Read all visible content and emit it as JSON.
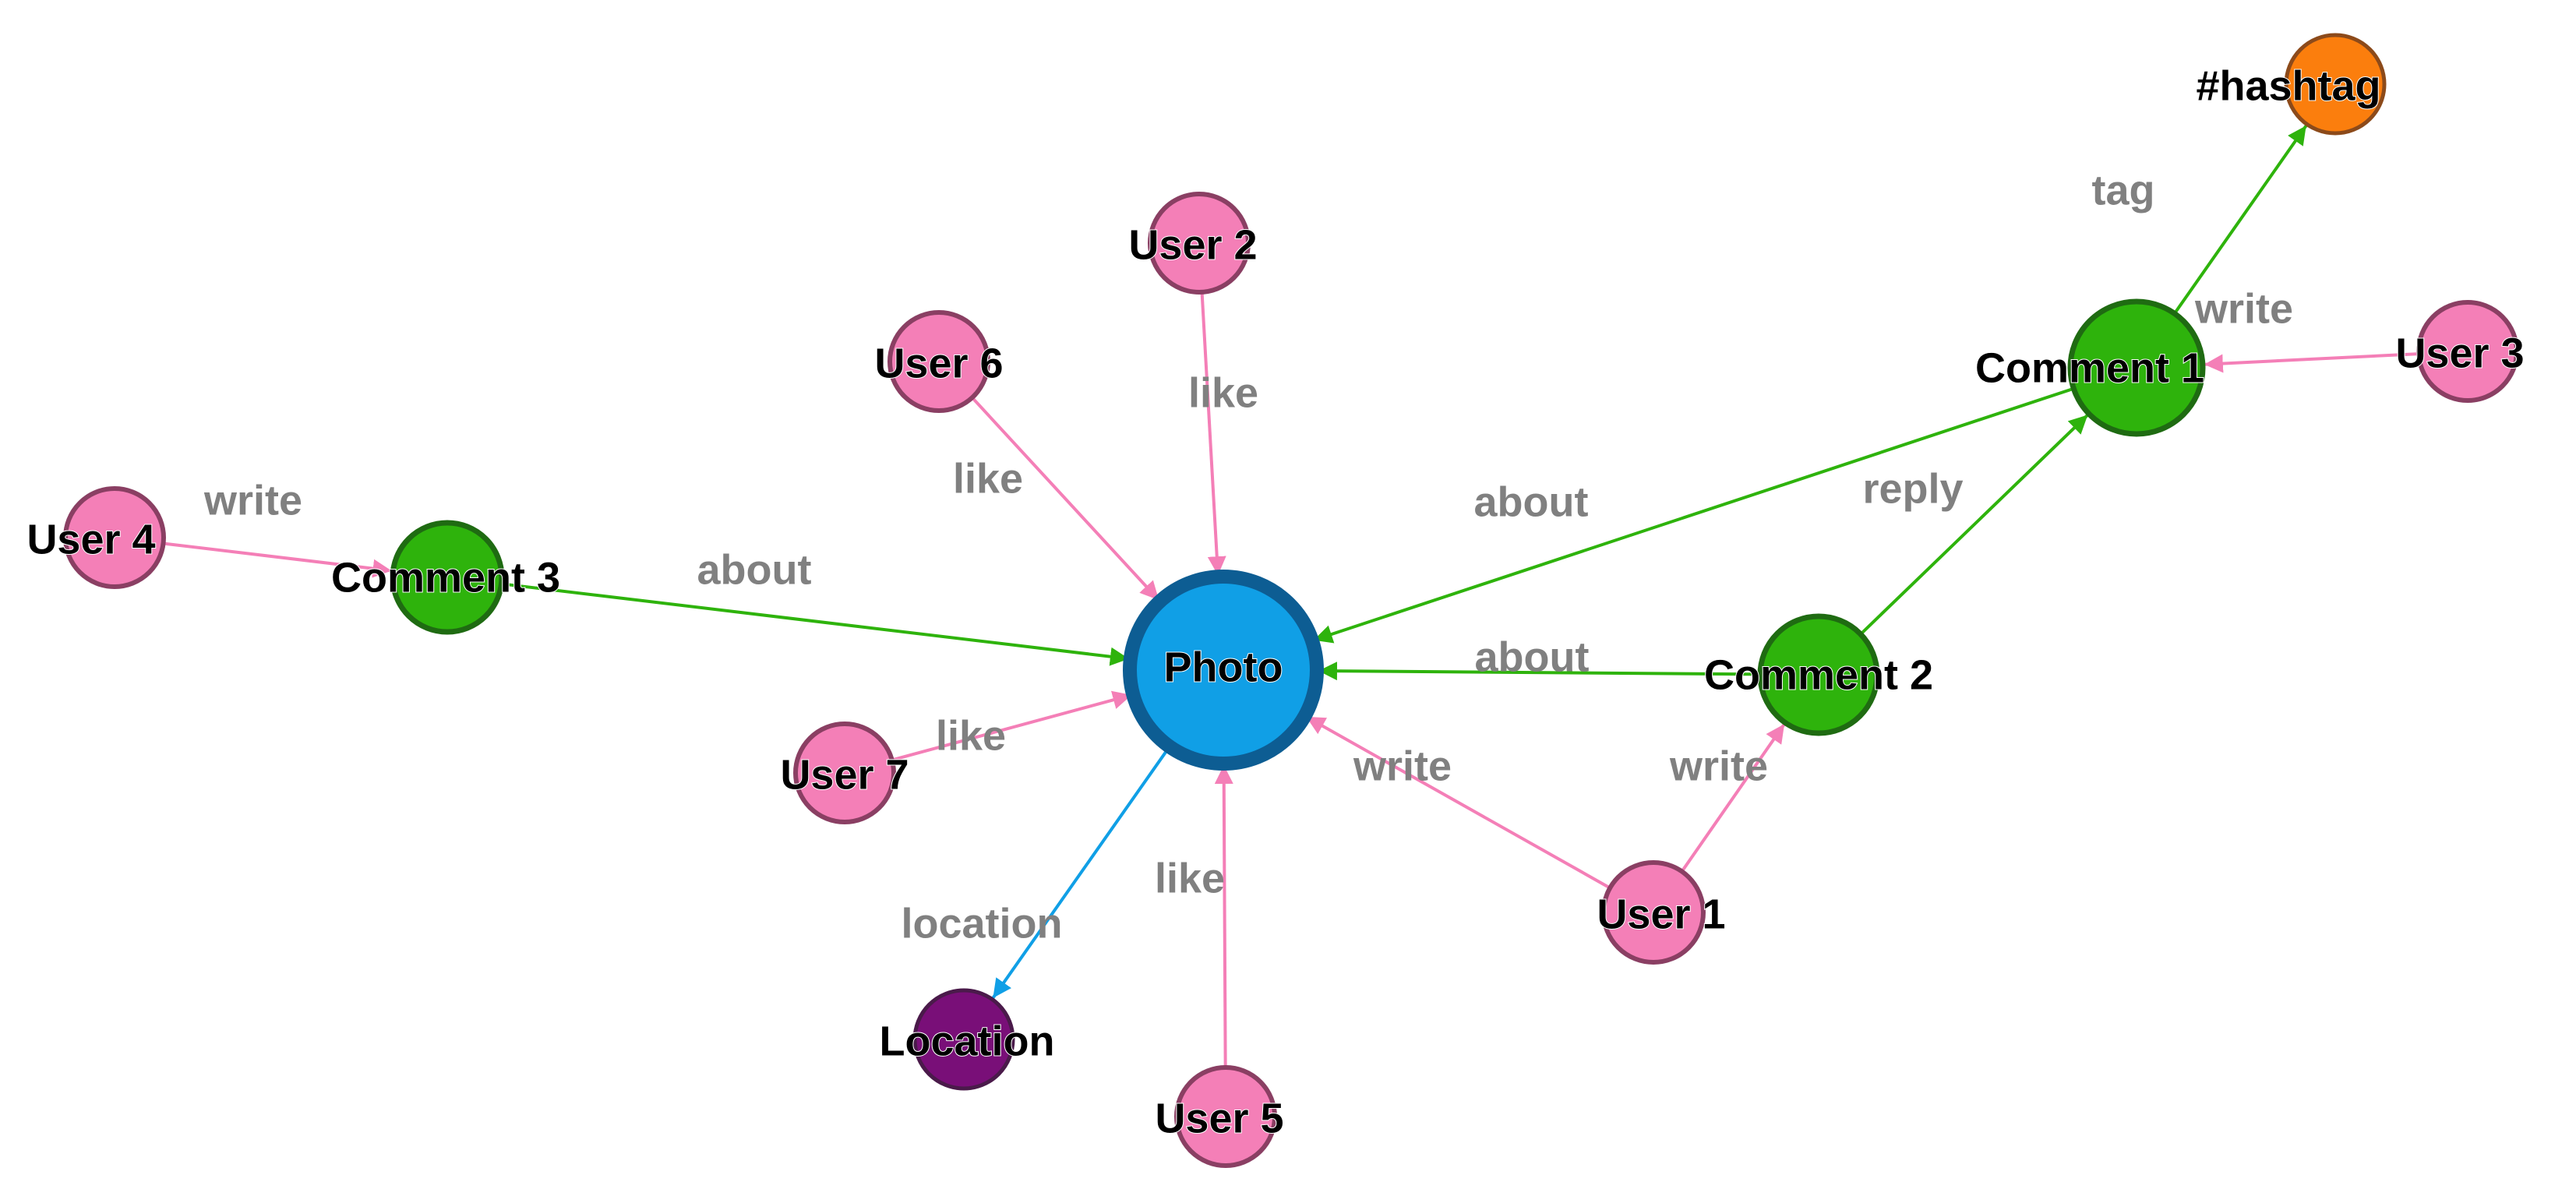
{
  "colors": {
    "user": "#f47fb7",
    "user_stroke": "#8a3f63",
    "comment": "#2eb30c",
    "comment_stroke": "#1f6b12",
    "photo": "#109fe6",
    "photo_stroke": "#0d5d93",
    "hashtag": "#fb7e0d",
    "hashtag_stroke": "#8c4a1a",
    "location": "#790f78",
    "location_stroke": "#4a1a4a",
    "edge_like": "#f47fb7",
    "edge_about": "#2eb30c",
    "edge_location": "#109fe6",
    "edge_label": "#808080"
  },
  "nodes": [
    {
      "id": "photo",
      "label": "Photo",
      "kind": "photo"
    },
    {
      "id": "user1",
      "label": "User 1",
      "kind": "user"
    },
    {
      "id": "user2",
      "label": "User 2",
      "kind": "user"
    },
    {
      "id": "user3",
      "label": "User 3",
      "kind": "user"
    },
    {
      "id": "user4",
      "label": "User 4",
      "kind": "user"
    },
    {
      "id": "user5",
      "label": "User 5",
      "kind": "user"
    },
    {
      "id": "user6",
      "label": "User 6",
      "kind": "user"
    },
    {
      "id": "user7",
      "label": "User 7",
      "kind": "user"
    },
    {
      "id": "comment1",
      "label": "Comment 1",
      "kind": "comment"
    },
    {
      "id": "comment2",
      "label": "Comment 2",
      "kind": "comment"
    },
    {
      "id": "comment3",
      "label": "Comment 3",
      "kind": "comment"
    },
    {
      "id": "hashtag",
      "label": "#hashtag",
      "kind": "hashtag"
    },
    {
      "id": "location",
      "label": "Location",
      "kind": "location"
    }
  ],
  "edges": [
    {
      "from": "user2",
      "to": "photo",
      "label": "like",
      "kind": "like"
    },
    {
      "from": "user6",
      "to": "photo",
      "label": "like",
      "kind": "like"
    },
    {
      "from": "user7",
      "to": "photo",
      "label": "like",
      "kind": "like"
    },
    {
      "from": "user5",
      "to": "photo",
      "label": "like",
      "kind": "like"
    },
    {
      "from": "user1",
      "to": "photo",
      "label": "write",
      "kind": "like"
    },
    {
      "from": "user1",
      "to": "comment2",
      "label": "write",
      "kind": "like"
    },
    {
      "from": "user3",
      "to": "comment1",
      "label": "write",
      "kind": "like"
    },
    {
      "from": "user4",
      "to": "comment3",
      "label": "write",
      "kind": "like"
    },
    {
      "from": "comment3",
      "to": "photo",
      "label": "about",
      "kind": "about"
    },
    {
      "from": "comment1",
      "to": "photo",
      "label": "about",
      "kind": "about"
    },
    {
      "from": "comment2",
      "to": "photo",
      "label": "about",
      "kind": "about"
    },
    {
      "from": "comment2",
      "to": "comment1",
      "label": "reply",
      "kind": "about"
    },
    {
      "from": "comment1",
      "to": "hashtag",
      "label": "tag",
      "kind": "about"
    },
    {
      "from": "photo",
      "to": "location",
      "label": "location",
      "kind": "location"
    }
  ]
}
